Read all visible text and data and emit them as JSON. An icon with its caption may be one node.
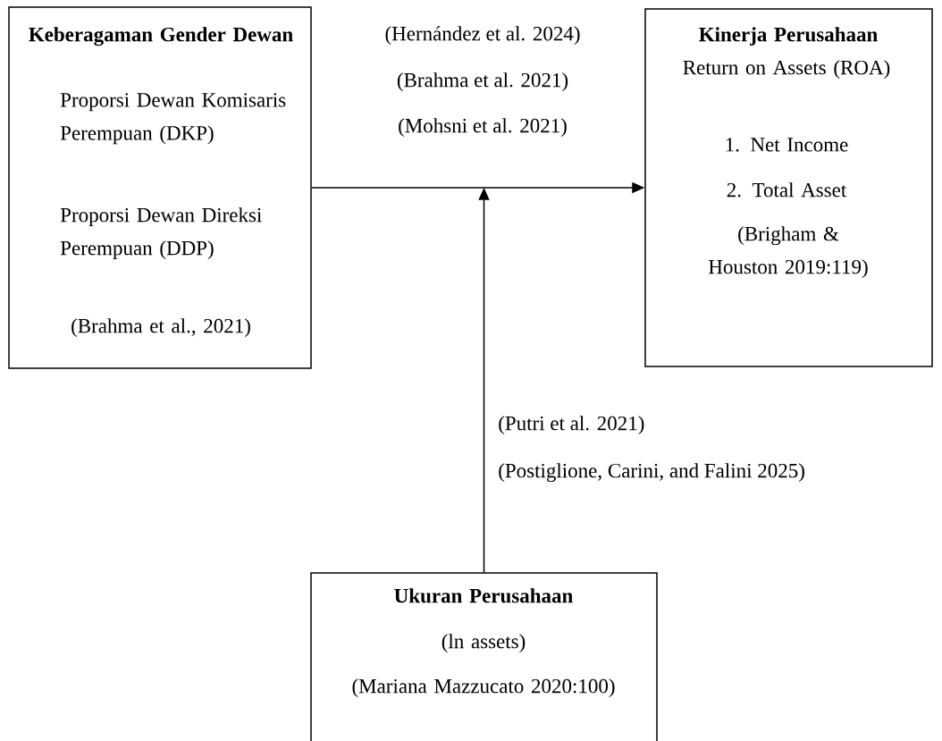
{
  "diagram": {
    "nodes": [
      {
        "text": [
          "Keberagaman Gender Dewan",
          "Proporsi Dewan Komisaris Perempuan (DKP)",
          "Proporsi Dewan Direksi Perempuan (DDP)",
          "(Brahma et al., 2021)"
        ]
      },
      {
        "text": [
          "Kinerja Perusahaan",
          "Return on Assets (ROA)",
          "1. Net Income",
          "2. Total Asset",
          "(Brigham & Houston 2019:119)"
        ]
      },
      {
        "text": [
          "Ukuran Perusahaan",
          "(ln assets)",
          "(Mariana Mazzucato 2020:100)"
        ]
      }
    ],
    "edges": [
      {
        "from": 0,
        "to": 1,
        "arrow": "to"
      },
      {
        "from": 2,
        "to": null,
        "arrow": "to"
      }
    ],
    "labels": [
      "(Hernández et al. 2024)",
      "(Brahma et al. 2021)",
      "(Mohsni et al. 2021)",
      "(Putri et al. 2021)",
      "(Postiglione, Carini, and Falini 2025)"
    ]
  }
}
